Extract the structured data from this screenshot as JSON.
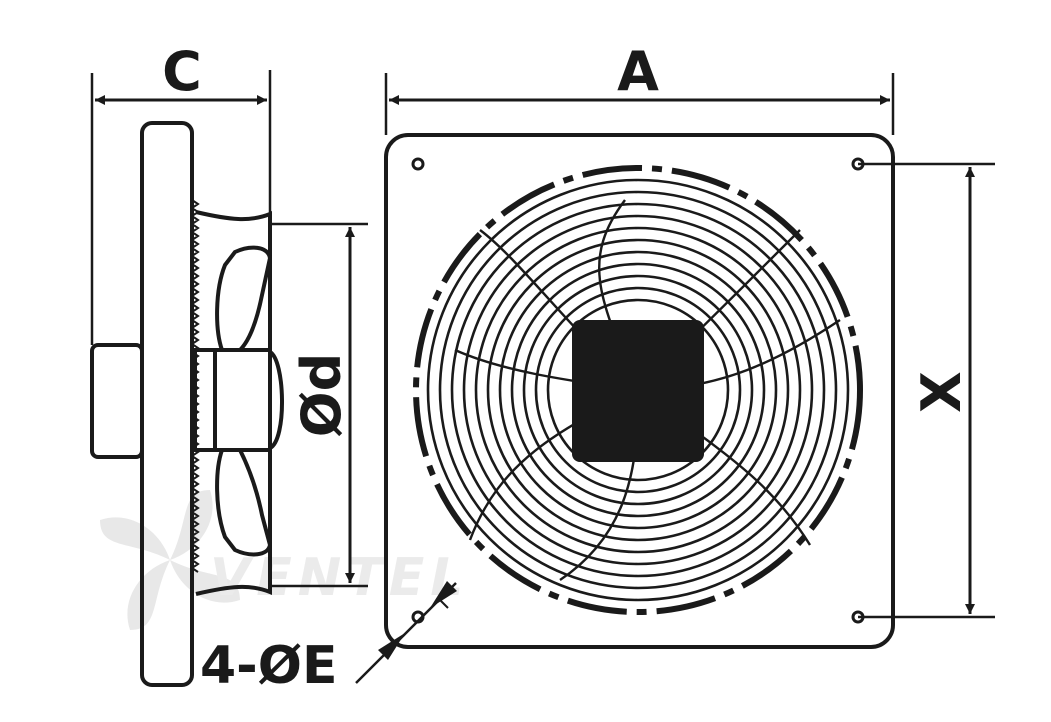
{
  "labels": {
    "c": "C",
    "a": "A",
    "od": "Ød",
    "x": "X",
    "hole": "4-ØE"
  },
  "watermark": {
    "text": "VENTEL"
  },
  "colors": {
    "line": "#1a1a1a",
    "fill": "#1a1a1a",
    "watermark": "#e6e6e6",
    "watermark_accent": "#c9dcea"
  }
}
